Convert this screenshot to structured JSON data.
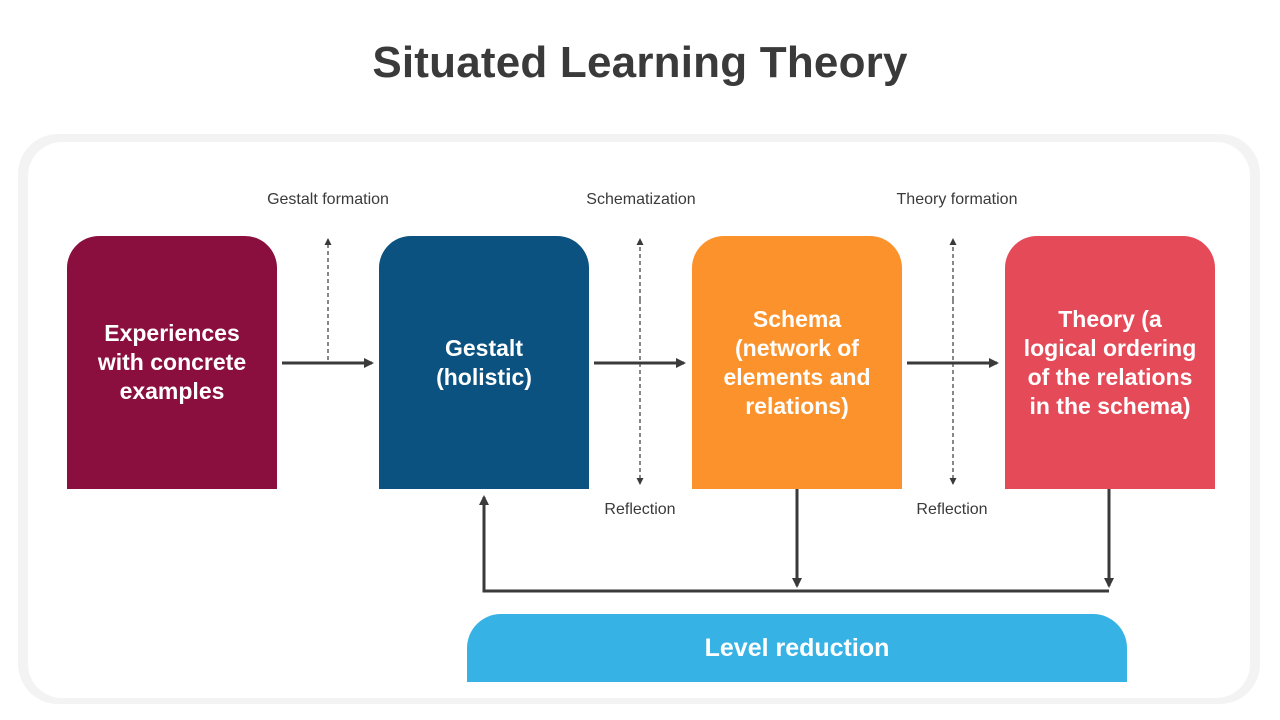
{
  "title": "Situated Learning Theory",
  "boxes": [
    {
      "label": "Experiences with concrete examples",
      "color": "#8b0f3e"
    },
    {
      "label": "Gestalt (holistic)",
      "color": "#0b5280"
    },
    {
      "label": "Schema (network of elements and relations)",
      "color": "#fb922b"
    },
    {
      "label": "Theory (a logical ordering of the relations in the schema)",
      "color": "#e44a58"
    }
  ],
  "top_labels": [
    "Gestalt formation",
    "Schematization",
    "Theory formation"
  ],
  "bottom_labels": [
    "Reflection",
    "Reflection"
  ],
  "bottom_box": {
    "label": "Level reduction",
    "color": "#36b2e4"
  },
  "colors": {
    "title": "#3a3a3a",
    "arrow": "#3a3a3a",
    "panel": "#f3f3f3"
  }
}
